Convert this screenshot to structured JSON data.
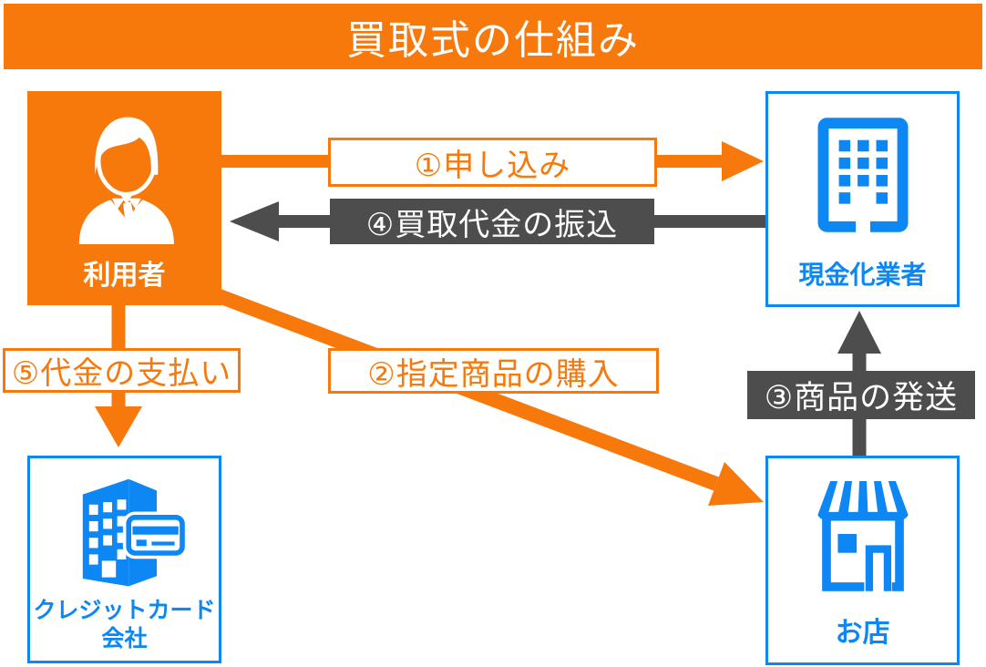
{
  "title": "買取式の仕組み",
  "colors": {
    "orange": "#F7790B",
    "blue": "#0D87F3",
    "dark_gray": "#4D4D4D",
    "background": "#FFFFFF"
  },
  "nodes": {
    "user": {
      "label": "利用者",
      "icon": "person-icon"
    },
    "cash": {
      "label": "現金化業者",
      "icon": "office-building-icon"
    },
    "credit": {
      "label": "クレジットカード会社",
      "icon": "building-credit-card-icon"
    },
    "shop": {
      "label": "お店",
      "icon": "store-icon"
    }
  },
  "flows": {
    "apply": {
      "label": "①申し込み",
      "from": "利用者",
      "to": "現金化業者",
      "style": "orange"
    },
    "purchase": {
      "label": "②指定商品の購入",
      "from": "利用者",
      "to": "お店",
      "style": "orange"
    },
    "ship": {
      "label": "③商品の発送",
      "from": "お店",
      "to": "現金化業者",
      "style": "gray"
    },
    "transfer": {
      "label": "④買取代金の振込",
      "from": "現金化業者",
      "to": "利用者",
      "style": "gray"
    },
    "payment": {
      "label": "⑤代金の支払い",
      "from": "利用者",
      "to": "クレジットカード会社",
      "style": "orange"
    }
  }
}
